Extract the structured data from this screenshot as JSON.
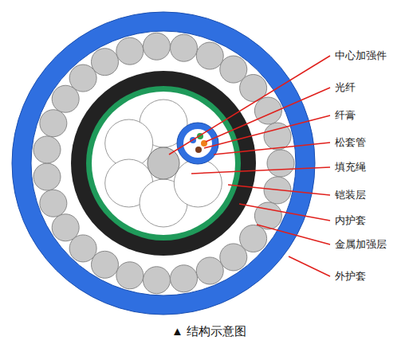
{
  "diagram": {
    "caption": "▲ 结构示意图",
    "labels": [
      "中心加强件",
      "光纤",
      "纤膏",
      "松套管",
      "填充绳",
      "铠装层",
      "内护套",
      "金属加强层",
      "外护套"
    ]
  }
}
